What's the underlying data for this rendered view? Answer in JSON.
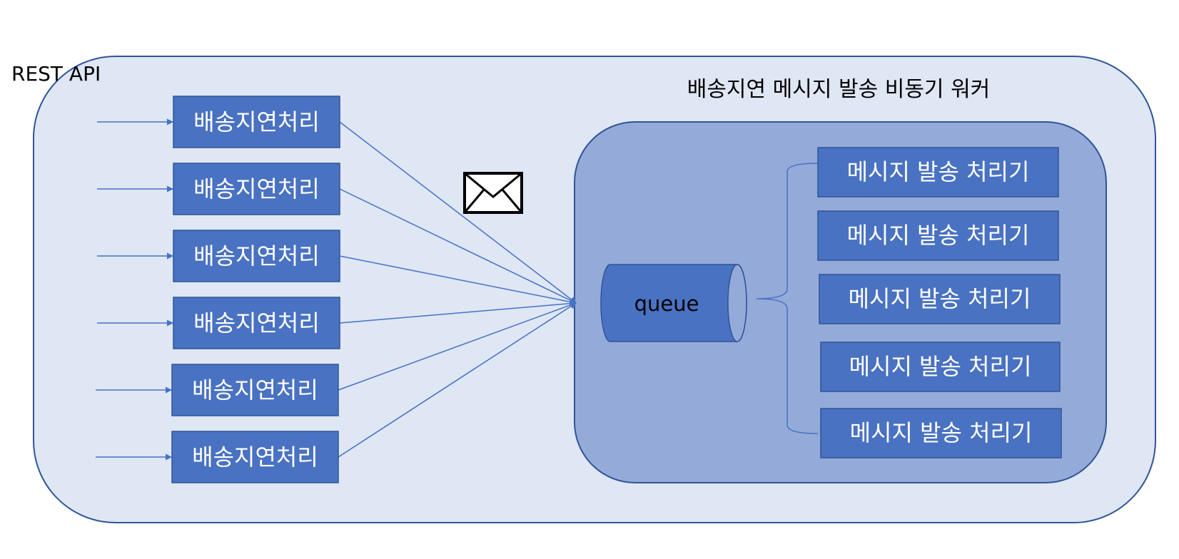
{
  "diagram": {
    "outer_label": "REST API",
    "worker_title": "배송지연 메시지 발송 비동기 워커",
    "producers": [
      "배송지연처리",
      "배송지연처리",
      "배송지연처리",
      "배송지연처리",
      "배송지연처리",
      "배송지연처리"
    ],
    "queue_label": "queue",
    "processors": [
      "메시지 발송 처리기",
      "메시지 발송 처리기",
      "메시지 발송 처리기",
      "메시지 발송 처리기",
      "메시지 발송 처리기"
    ],
    "icon": "envelope-icon"
  },
  "colors": {
    "outer_fill": "#dfe6f4",
    "outer_stroke": "#2f5597",
    "inner_fill": "#94aad9",
    "box_fill": "#4a72c2",
    "box_stroke": "#2f5597",
    "line": "#4472c4"
  }
}
